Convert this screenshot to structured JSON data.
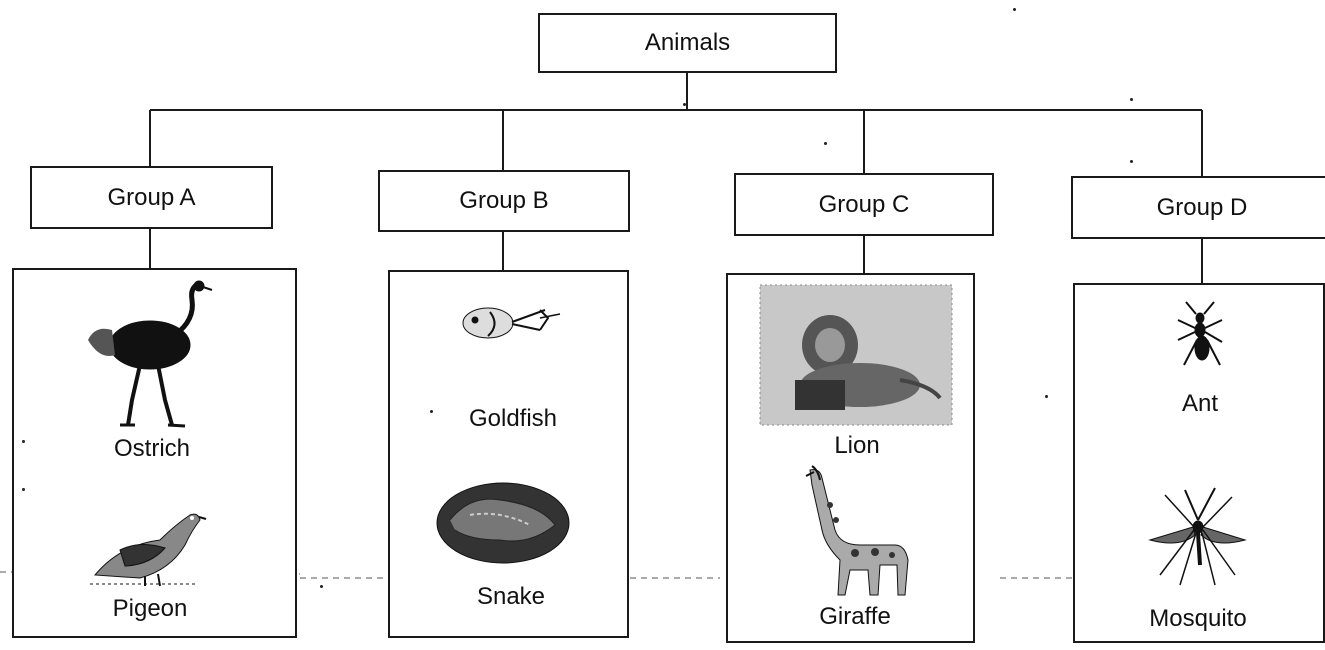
{
  "root": {
    "label": "Animals"
  },
  "groups": [
    {
      "label": "Group A",
      "animals": [
        {
          "name": "Ostrich",
          "icon": "ostrich-icon"
        },
        {
          "name": "Pigeon",
          "icon": "pigeon-icon"
        }
      ]
    },
    {
      "label": "Group B",
      "animals": [
        {
          "name": "Goldfish",
          "icon": "goldfish-icon"
        },
        {
          "name": "Snake",
          "icon": "snake-icon"
        }
      ]
    },
    {
      "label": "Group C",
      "animals": [
        {
          "name": "Lion",
          "icon": "lion-icon"
        },
        {
          "name": "Giraffe",
          "icon": "giraffe-icon"
        }
      ]
    },
    {
      "label": "Group D",
      "animals": [
        {
          "name": "Ant",
          "icon": "ant-icon"
        },
        {
          "name": "Mosquito",
          "icon": "mosquito-icon"
        }
      ]
    }
  ]
}
